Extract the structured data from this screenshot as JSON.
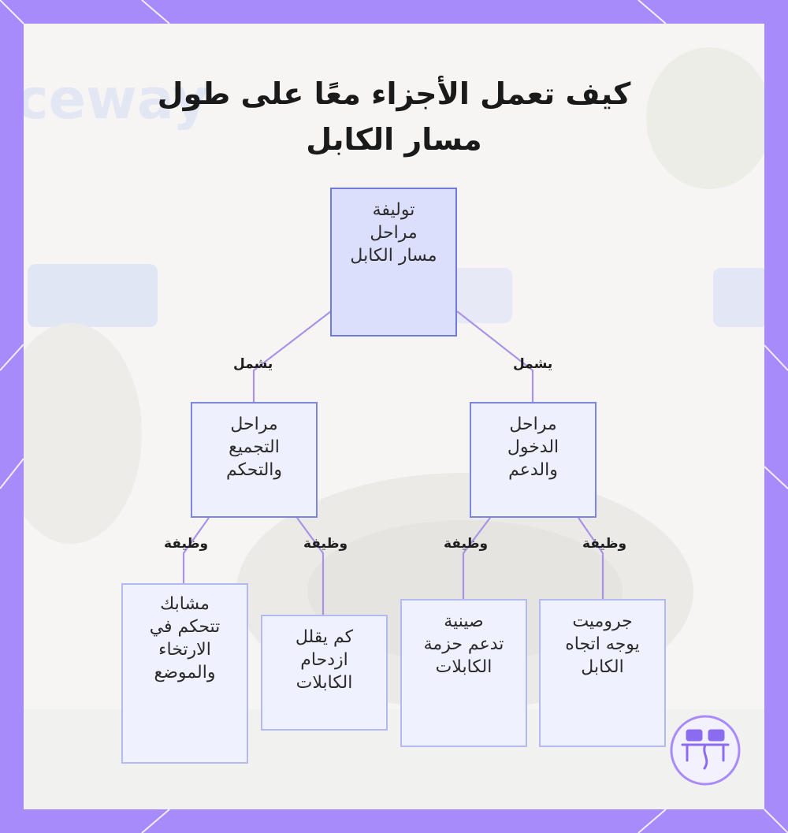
{
  "title_line1": "كيف تعمل الأجزاء معًا على طول",
  "title_line2": "مسار الكابل",
  "nodes": {
    "root": "توليفة\nمراحل\nمسار الكابل",
    "entry": "مراحل\nالدخول\nوالدعم",
    "assembly": "مراحل\nالتجميع\nوالتحكم",
    "grommet": "جروميت\nيوجه اتجاه\nالكابل",
    "tray": "صينية\nتدعم حزمة\nالكابلات",
    "sleeve": "كم يقلل\nازدحام\nالكابلات",
    "clips": "مشابك\nتتحكم في\nالارتخاء\nوالموضع"
  },
  "edge_labels": {
    "includes_left": "يشمل",
    "includes_right": "يشمل",
    "function_1": "وظيفة",
    "function_2": "وظيفة",
    "function_3": "وظيفة",
    "function_4": "وظيفة"
  },
  "colors": {
    "frame": "#a78bfa",
    "edge": "#a893e6",
    "node_border": "#7b86dc",
    "node_fill": "#eef0fd",
    "root_fill": "#dcdffb"
  },
  "logo_icon": "workspace-desk-logo-icon"
}
